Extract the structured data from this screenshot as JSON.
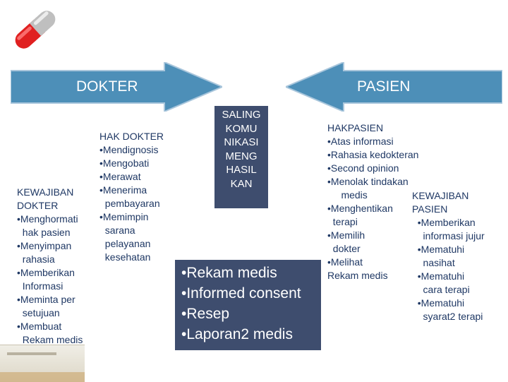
{
  "banner": {
    "left_label": "DOKTER",
    "right_label": "PASIEN",
    "fill_color": "#4d8fb8"
  },
  "center_box": {
    "text": "SALING\nKOMU\nNIKASI\nMENG\nHASIL\nKAN",
    "fill_color": "#3e4d6e"
  },
  "result_box": {
    "items": [
      "•Rekam medis",
      "•Informed consent",
      "•Resep",
      "•Laporan2 medis"
    ]
  },
  "hak_dokter": {
    "text": "HAK DOKTER\n•Mendignosis\n•Mengobati\n•Merawat\n•Menerima\n  pembayaran\n•Memimpin\n  sarana\n  pelayanan\n  kesehatan"
  },
  "kewajiban_dokter": {
    "text": "KEWAJIBAN\nDOKTER\n•Menghormati\n  hak pasien\n•Menyimpan\n  rahasia\n•Memberikan\n  Informasi\n•Meminta per\n  setujuan\n•Membuat\n  Rekam medis"
  },
  "hak_pasien": {
    "text": "HAKPASIEN\n•Atas informasi\n•Rahasia kedokteran\n•Second opinion\n•Menolak tindakan\n     medis\n•Menghentikan\n  terapi\n•Memilih\n  dokter\n•Melihat\nRekam medis"
  },
  "kewajiban_pasien": {
    "text": "KEWAJIBAN\nPASIEN\n  •Memberikan\n    informasi jujur\n  •Mematuhi\n    nasihat\n  •Mematuhi\n    cara terapi\n  •Mematuhi\n    syarat2 terapi"
  }
}
